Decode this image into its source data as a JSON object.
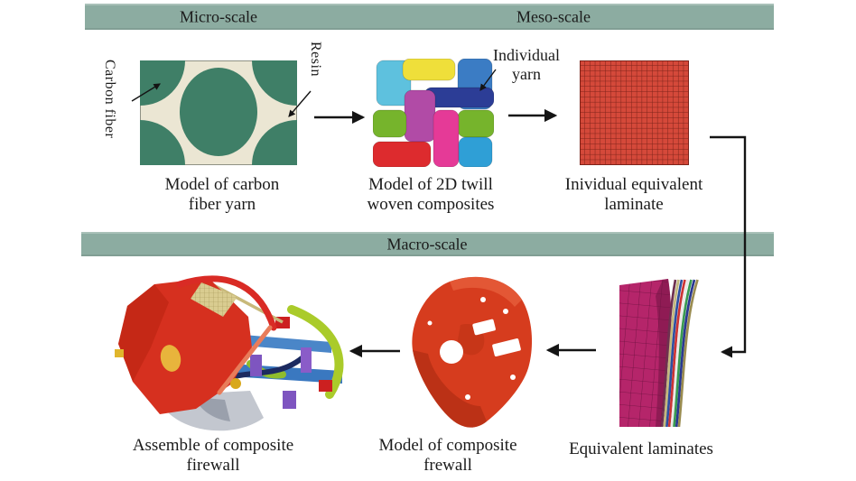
{
  "banners": {
    "micro": "Micro-scale",
    "meso": "Meso-scale",
    "macro": "Macro-scale"
  },
  "micro": {
    "carbon_fiber_label": "Carbon fiber",
    "resin_label": "Resin",
    "caption_line1": "Model of carbon",
    "caption_line2": "fiber yarn"
  },
  "meso": {
    "yarn_label_line1": "Individual",
    "yarn_label_line2": "yarn",
    "woven_caption_line1": "Model of 2D twill",
    "woven_caption_line2": "woven composites",
    "laminate_caption_line1": "Inividual equivalent",
    "laminate_caption_line2": "laminate"
  },
  "macro": {
    "assembly_caption_line1": "Assemble of composite",
    "assembly_caption_line2": "firewall",
    "firewall_caption_line1": "Model of composite",
    "firewall_caption_line2": "frewall",
    "laminates_caption": "Equivalent laminates"
  },
  "colors": {
    "banner_bg": "#8caca1",
    "text": "#1b1b1b",
    "arrow": "#141414",
    "fiber_green": "#3f7f67",
    "resin_cream": "#ebe6d3",
    "equivalent_laminate_red": "#d5493a",
    "laminate_grid_line": "#7e231a",
    "yarn_cyan": "#5ec1de",
    "yarn_yellow": "#efdf3a",
    "yarn_blue": "#3b7cc4",
    "yarn_navy": "#2c3d96",
    "yarn_magenta": "#b14ba6",
    "yarn_green": "#76b42c",
    "yarn_pink": "#e53a97",
    "yarn_red": "#dd2b2e",
    "yarn_lightblue": "#2f9fd6",
    "firewall_red": "#d63c1e",
    "macro_laminate_pink": "#b5256a"
  }
}
